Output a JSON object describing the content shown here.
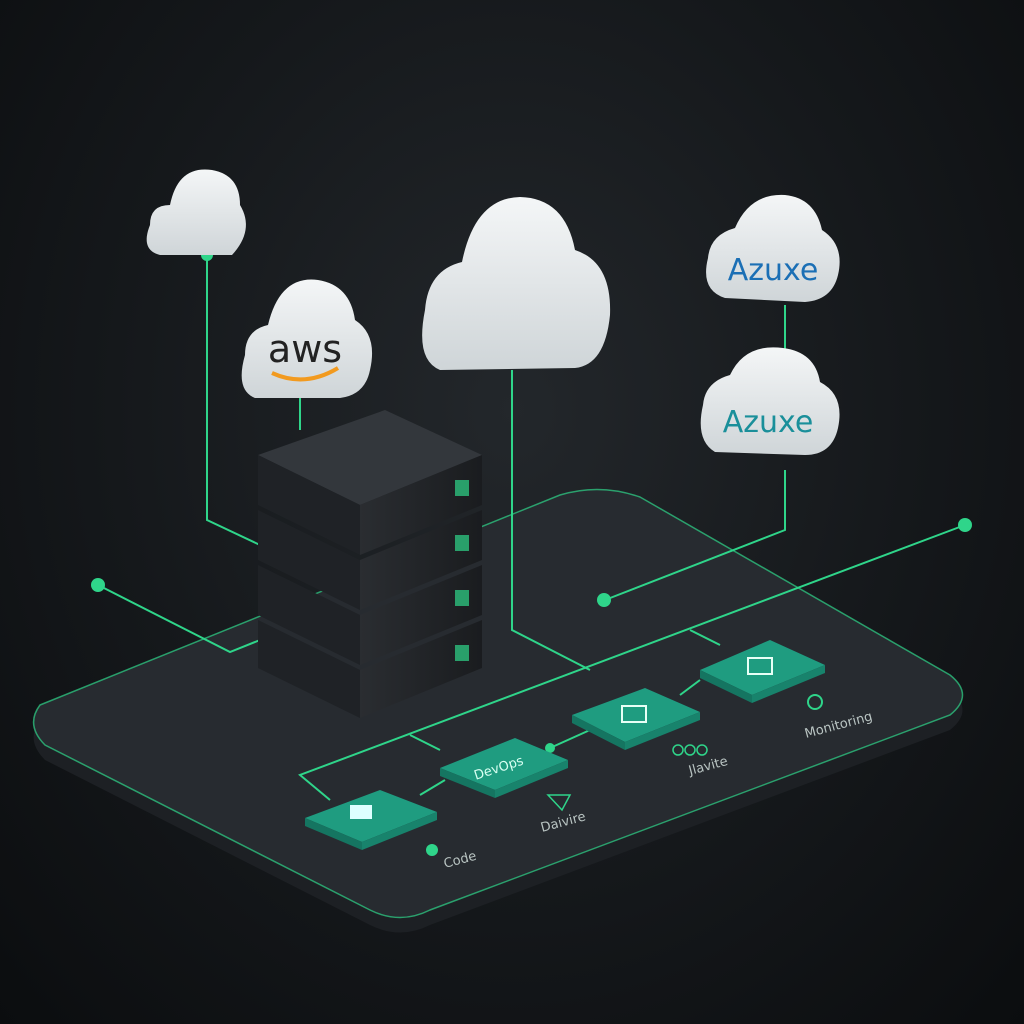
{
  "colors": {
    "accent": "#2fd58a",
    "tile": "#1f9c80",
    "platform": "#23272c",
    "cloud": "#e9ecee",
    "aws_orange": "#f29a1f",
    "azure_blue": "#1b6fb5"
  },
  "clouds": [
    {
      "label": ""
    },
    {
      "label": "aws"
    },
    {
      "label": ""
    },
    {
      "label": "Azuxe"
    },
    {
      "label": "Azuxe"
    }
  ],
  "tiles": [
    {
      "label": "",
      "icon": "image-icon"
    },
    {
      "label": "DevOps",
      "icon": ""
    },
    {
      "label": "",
      "icon": "envelope-icon"
    },
    {
      "label": "",
      "icon": "envelope-icon"
    }
  ],
  "platform_labels": [
    {
      "label": "Code",
      "icon": "user-icon"
    },
    {
      "label": "Daivire",
      "icon": "deploy-icon"
    },
    {
      "label": "Jlavite",
      "icon": "cluster-icon"
    },
    {
      "label": "Monitoring",
      "icon": "monitor-icon"
    }
  ]
}
